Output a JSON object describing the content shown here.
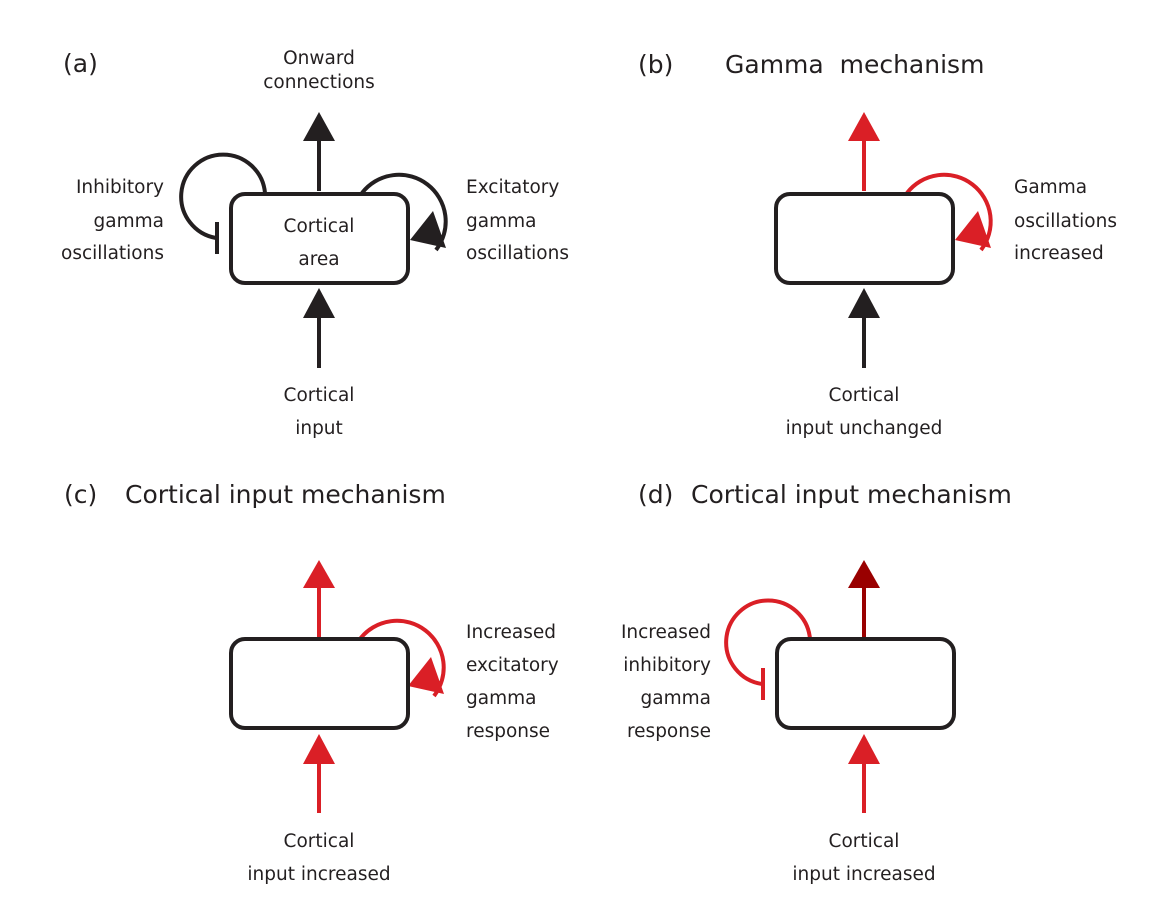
{
  "figure": {
    "colors": {
      "neutral": "#231f20",
      "increased": "#da1f26",
      "strongly_increased": "#990000"
    },
    "panels": [
      {
        "id": "a",
        "label": "(a)",
        "title": "",
        "box_label": [
          "Cortical",
          "area"
        ],
        "output_label": [
          "Onward",
          "connections"
        ],
        "output_state": "neutral",
        "loop_type": "both",
        "inhibitory_label": [
          "Inhibitory",
          "gamma",
          "oscillations"
        ],
        "inhibitory_state": "neutral",
        "excitatory_label": [
          "Excitatory",
          "gamma",
          "oscillations"
        ],
        "excitatory_state": "neutral",
        "input_label": [
          "Cortical",
          "input"
        ],
        "input_state": "neutral"
      },
      {
        "id": "b",
        "label": "(b)",
        "title": "Gamma  mechanism",
        "box_label": [],
        "output_label": [],
        "output_state": "increased",
        "loop_type": "excitatory",
        "excitatory_label": [
          "Gamma",
          "oscillations",
          "increased"
        ],
        "excitatory_state": "increased",
        "input_label": [
          "Cortical",
          "input unchanged"
        ],
        "input_state": "neutral"
      },
      {
        "id": "c",
        "label": "(c)",
        "title": "Cortical input mechanism",
        "box_label": [],
        "output_label": [],
        "output_state": "increased",
        "loop_type": "excitatory",
        "excitatory_label": [
          "Increased",
          "excitatory",
          "gamma",
          "response"
        ],
        "excitatory_state": "increased",
        "input_label": [
          "Cortical",
          "input increased"
        ],
        "input_state": "increased"
      },
      {
        "id": "d",
        "label": "(d)",
        "title": "Cortical input mechanism",
        "box_label": [],
        "output_label": [],
        "output_state": "strongly_increased",
        "loop_type": "inhibitory",
        "inhibitory_label": [
          "Increased",
          "inhibitory",
          "gamma",
          "response"
        ],
        "inhibitory_state": "increased",
        "input_label": [
          "Cortical",
          "input increased"
        ],
        "input_state": "increased"
      }
    ]
  }
}
